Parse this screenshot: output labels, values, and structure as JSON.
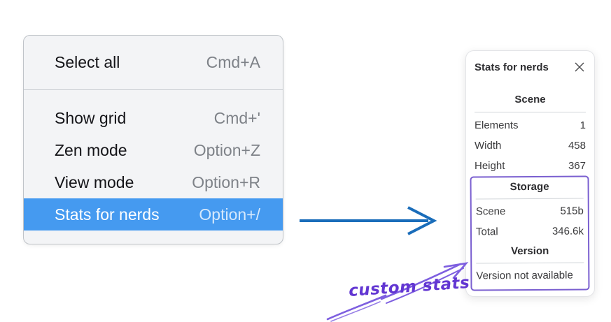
{
  "menu": {
    "items": [
      {
        "label": "Select all",
        "shortcut": "Cmd+A",
        "highlighted": false
      },
      {
        "label": "Show grid",
        "shortcut": "Cmd+'",
        "highlighted": false
      },
      {
        "label": "Zen mode",
        "shortcut": "Option+Z",
        "highlighted": false
      },
      {
        "label": "View mode",
        "shortcut": "Option+R",
        "highlighted": false
      },
      {
        "label": "Stats for nerds",
        "shortcut": "Option+/",
        "highlighted": true
      }
    ]
  },
  "panel": {
    "title": "Stats for nerds",
    "close_icon": "close-x",
    "sections": {
      "scene": {
        "header": "Scene",
        "rows": [
          {
            "label": "Elements",
            "value": "1"
          },
          {
            "label": "Width",
            "value": "458"
          },
          {
            "label": "Height",
            "value": "367"
          }
        ]
      },
      "storage": {
        "header": "Storage",
        "rows": [
          {
            "label": "Scene",
            "value": "515b"
          },
          {
            "label": "Total",
            "value": "346.6k"
          }
        ]
      },
      "version": {
        "header": "Version",
        "note": "Version not available"
      }
    }
  },
  "annotation": {
    "label": "custom stats"
  },
  "colors": {
    "menu_highlight": "#459af0",
    "flow_arrow": "#1a6dba",
    "annotation_text": "#6236d2",
    "annotation_arrow": "#7e5fe0",
    "annotation_box": "#7a5fd0"
  }
}
